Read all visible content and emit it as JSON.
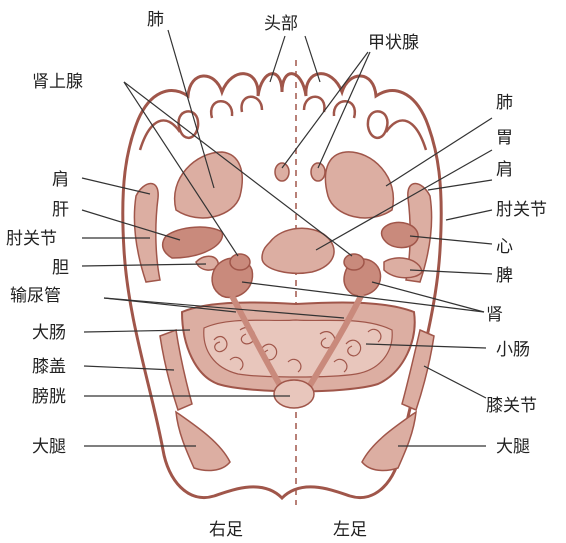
{
  "labels": {
    "fei_top": "肺",
    "head": "头部",
    "thyroid": "甲状腺",
    "adrenal": "肾上腺",
    "fei_right": "肺",
    "stomach": "胃",
    "shoulder_left": "肩",
    "shoulder_right": "肩",
    "elbow_right": "肘关节",
    "liver": "肝",
    "elbow_left": "肘关节",
    "heart": "心",
    "gallbladder": "胆",
    "spleen": "脾",
    "ureter": "输尿管",
    "kidney": "肾",
    "large_intestine": "大肠",
    "small_intestine": "小肠",
    "kneecap": "膝盖",
    "bladder": "膀胱",
    "knee_joint": "膝关节",
    "thigh_left": "大腿",
    "thigh_right": "大腿",
    "right_foot": "右足",
    "left_foot": "左足"
  },
  "colors": {
    "outline": "#a0564a",
    "organ_fill": "#dcaea2",
    "organ_fill_dark": "#c98a7c",
    "line": "#333333"
  }
}
